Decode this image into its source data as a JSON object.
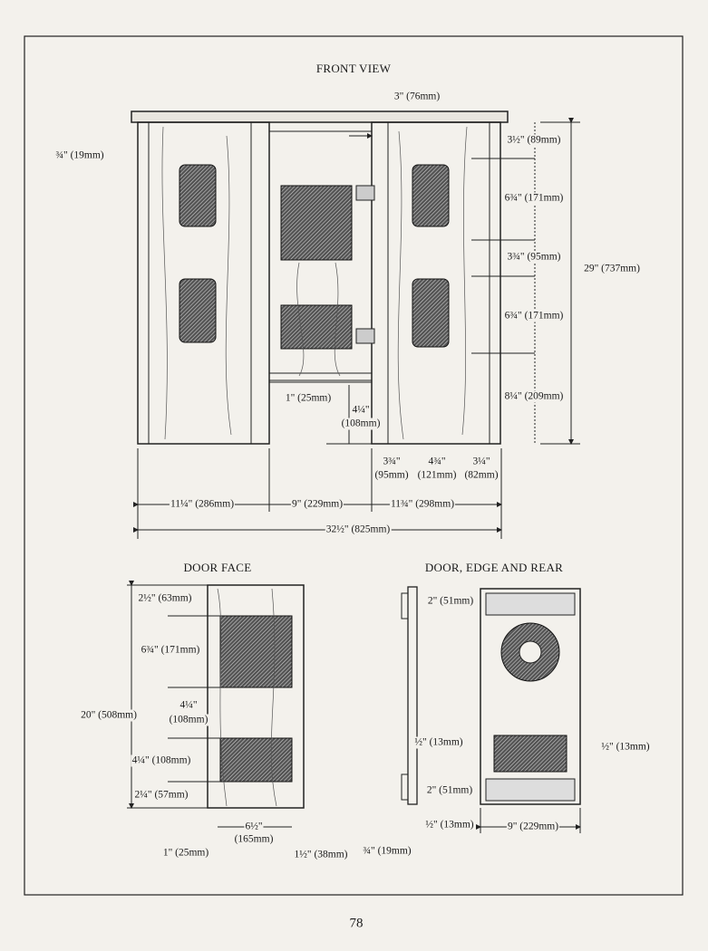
{
  "page_number": "78",
  "front_view": {
    "title": "FRONT VIEW",
    "dims": {
      "top_overhang": "3\" (76mm)",
      "top_thickness": "¾\" (19mm)",
      "r_top": "3½\" (89mm)",
      "r_carving1": "6¾\" (171mm)",
      "r_gap": "3¾\" (95mm)",
      "overall_height": "29\" (737mm)",
      "r_carving2": "6¾\" (171mm)",
      "r_bottom": "8¼\" (209mm)",
      "rail_width": "1\" (25mm)",
      "door_bottom_a": "4¼\"",
      "door_bottom_b": "(108mm)",
      "h1_a": "3¾\"",
      "h1_b": "(95mm)",
      "h2_a": "4¾\"",
      "h2_b": "(121mm)",
      "h3_a": "3¼\"",
      "h3_b": "(82mm)",
      "left_panel": "11¼\" (286mm)",
      "door_opening": "9\" (229mm)",
      "right_panel": "11¾\" (298mm)",
      "overall_width": "32½\" (825mm)"
    }
  },
  "door_face": {
    "title": "DOOR FACE",
    "dims": {
      "top": "2½\" (63mm)",
      "carving1": "6¾\" (171mm)",
      "height": "20\" (508mm)",
      "gap_a": "4¼\"",
      "gap_b": "(108mm)",
      "carving2": "4¼\" (108mm)",
      "bottom": "2¼\" (57mm)",
      "carving_w_a": "6½\"",
      "carving_w_b": "(165mm)",
      "left_margin": "1\" (25mm)",
      "right_margin": "1½\" (38mm)"
    }
  },
  "door_rear": {
    "title": "DOOR, EDGE AND REAR",
    "dims": {
      "batten_top": "2\" (51mm)",
      "inset_left": "½\" (13mm)",
      "inset_right": "½\" (13mm)",
      "batten_bottom": "2\" (51mm)",
      "bottom_inset": "½\" (13mm)",
      "width": "9\" (229mm)",
      "thickness": "¾\" (19mm)"
    }
  }
}
